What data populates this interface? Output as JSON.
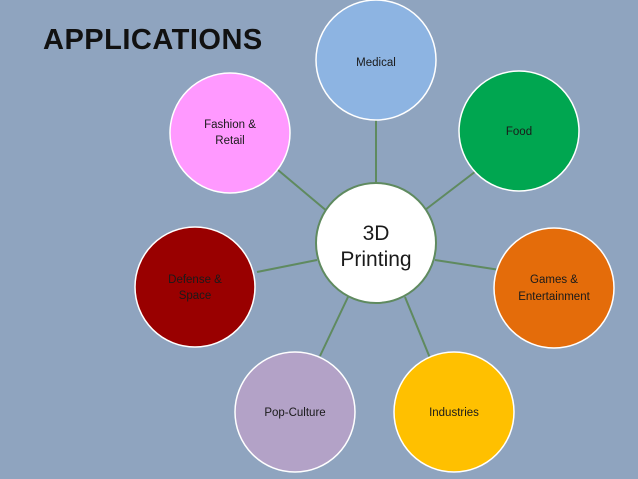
{
  "title": "APPLICATIONS",
  "hub": {
    "lines": [
      "3D",
      "Printing"
    ]
  },
  "nodes": [
    {
      "id": "medical",
      "lines": [
        "Medical"
      ],
      "color": "#8db4e2"
    },
    {
      "id": "food",
      "lines": [
        "Food"
      ],
      "color": "#00a650"
    },
    {
      "id": "games",
      "lines": [
        "Games &",
        "Entertainment"
      ],
      "color": "#e46c0a"
    },
    {
      "id": "industries",
      "lines": [
        "Industries"
      ],
      "color": "#ffc000"
    },
    {
      "id": "pop-culture",
      "lines": [
        "Pop-Culture"
      ],
      "color": "#b3a2c7"
    },
    {
      "id": "defense",
      "lines": [
        "Defense &",
        "Space"
      ],
      "color": "#990000"
    },
    {
      "id": "fashion",
      "lines": [
        "Fashion &",
        "Retail"
      ],
      "color": "#ff99ff"
    }
  ]
}
